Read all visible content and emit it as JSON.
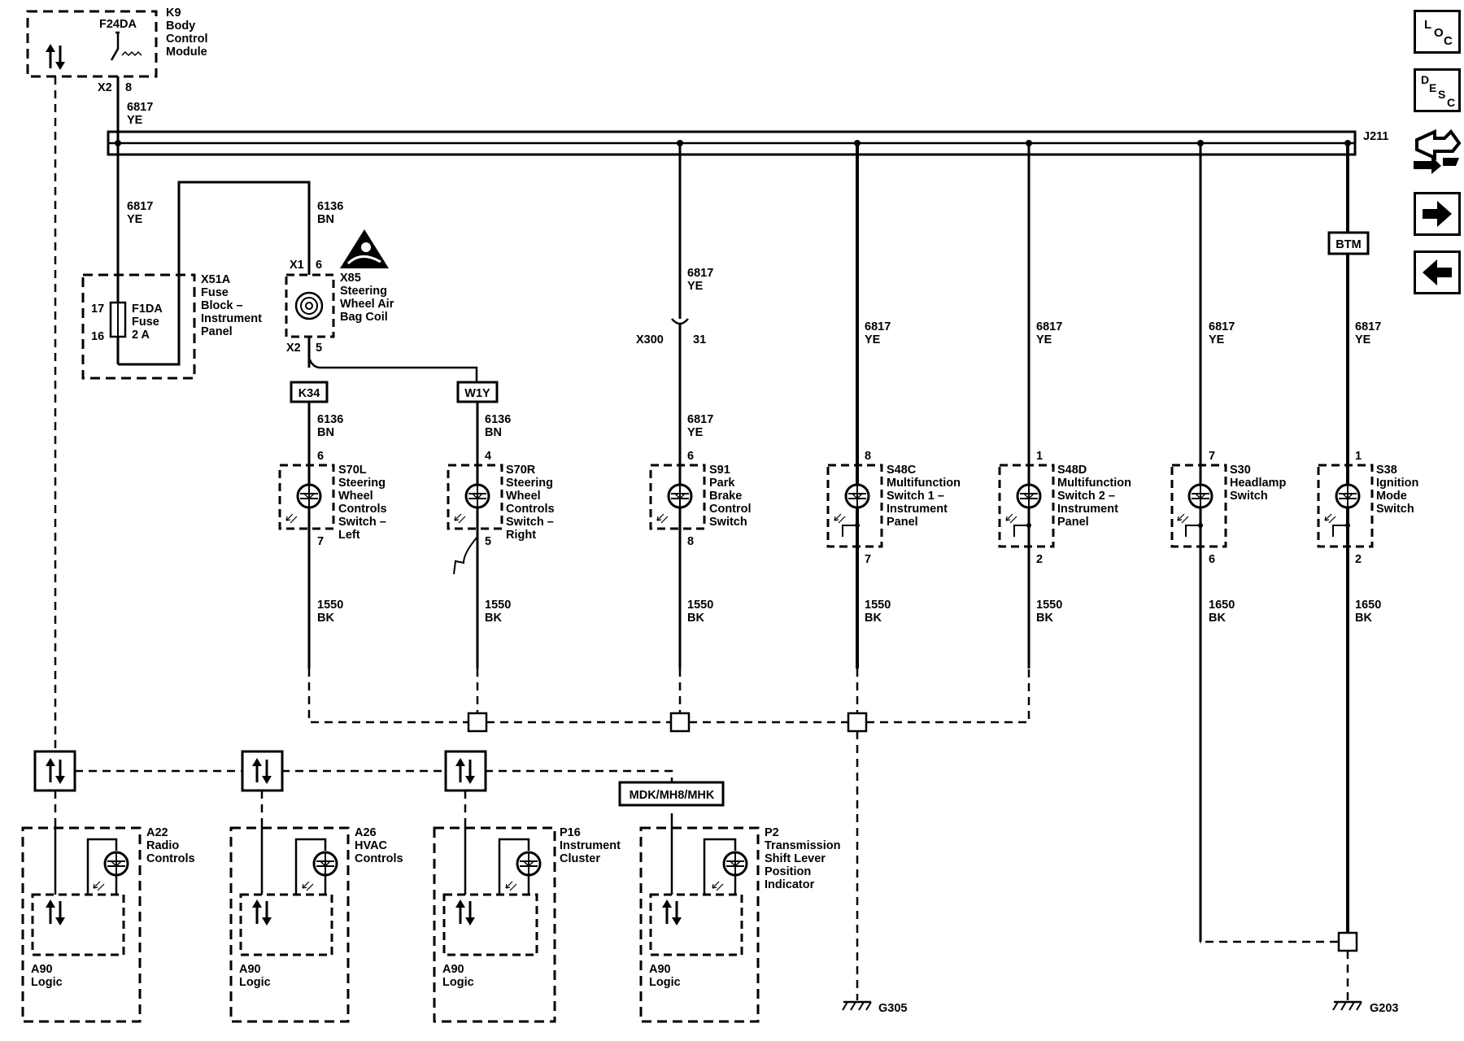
{
  "modules": {
    "k9": {
      "ref": "K9",
      "name_lines": [
        "Body",
        "Control",
        "Module"
      ],
      "fuse": "F24DA",
      "connector": "X2",
      "pin": "8"
    },
    "x51a": {
      "ref": "X51A",
      "name_lines": [
        "Fuse",
        "Block –",
        "Instrument",
        "Panel"
      ],
      "fuse_lines": [
        "F1DA",
        "Fuse",
        "2 A"
      ],
      "pin_in": "17",
      "pin_out": "16"
    },
    "x85": {
      "ref": "X85",
      "name_lines": [
        "Steering",
        "Wheel Air",
        "Bag Coil"
      ],
      "conn_top": "X1",
      "pin_top": "6",
      "conn_bottom": "X2",
      "pin_bottom": "5"
    },
    "j211": "J211",
    "x300": {
      "ref": "X300",
      "pin": "31"
    },
    "s70l": {
      "ref": "S70L",
      "name_lines": [
        "Steering",
        "Wheel",
        "Controls",
        "Switch –",
        "Left"
      ],
      "pin_top": "6",
      "pin_bottom": "7"
    },
    "s70r": {
      "ref": "S70R",
      "name_lines": [
        "Steering",
        "Wheel",
        "Controls",
        "Switch –",
        "Right"
      ],
      "pin_top": "4",
      "pin_bottom": "5"
    },
    "s91": {
      "ref": "S91",
      "name_lines": [
        "Park",
        "Brake",
        "Control",
        "Switch"
      ],
      "pin_top": "6",
      "pin_bottom": "8"
    },
    "s48c": {
      "ref": "S48C",
      "name_lines": [
        "Multifunction",
        "Switch 1 –",
        "Instrument",
        "Panel"
      ],
      "pin_top": "8",
      "pin_bottom": "7"
    },
    "s48d": {
      "ref": "S48D",
      "name_lines": [
        "Multifunction",
        "Switch 2 –",
        "Instrument",
        "Panel"
      ],
      "pin_top": "1",
      "pin_bottom": "2"
    },
    "s30": {
      "ref": "S30",
      "name_lines": [
        "Headlamp",
        "Switch"
      ],
      "pin_top": "7",
      "pin_bottom": "6"
    },
    "s38": {
      "ref": "S38",
      "name_lines": [
        "Ignition",
        "Mode",
        "Switch"
      ],
      "pin_top": "1",
      "pin_bottom": "2"
    },
    "a22": {
      "ref": "A22",
      "name_lines": [
        "Radio",
        "Controls"
      ],
      "sub_lines": [
        "A90",
        "Logic"
      ]
    },
    "a26": {
      "ref": "A26",
      "name_lines": [
        "HVAC",
        "Controls"
      ],
      "sub_lines": [
        "A90",
        "Logic"
      ]
    },
    "p16": {
      "ref": "P16",
      "name_lines": [
        "Instrument",
        "Cluster"
      ],
      "sub_lines": [
        "A90",
        "Logic"
      ]
    },
    "p2": {
      "ref": "P2",
      "name_lines": [
        "Transmission",
        "Shift Lever",
        "Position",
        "Indicator"
      ],
      "sub_lines": [
        "A90",
        "Logic"
      ]
    }
  },
  "wires": {
    "ye6817": {
      "circuit": "6817",
      "color": "YE"
    },
    "bn6136": {
      "circuit": "6136",
      "color": "BN"
    },
    "bk1550": {
      "circuit": "1550",
      "color": "BK"
    },
    "bk1650": {
      "circuit": "1650",
      "color": "BK"
    }
  },
  "options": {
    "k34": "K34",
    "w1y": "W1Y",
    "btm": "BTM",
    "mdk": "MDK/MH8/MHK"
  },
  "grounds": {
    "g305": "G305",
    "g203": "G203"
  },
  "nav": {
    "loc": [
      "L",
      "O",
      "C"
    ],
    "desc": [
      "D",
      "E",
      "S",
      "C"
    ]
  }
}
